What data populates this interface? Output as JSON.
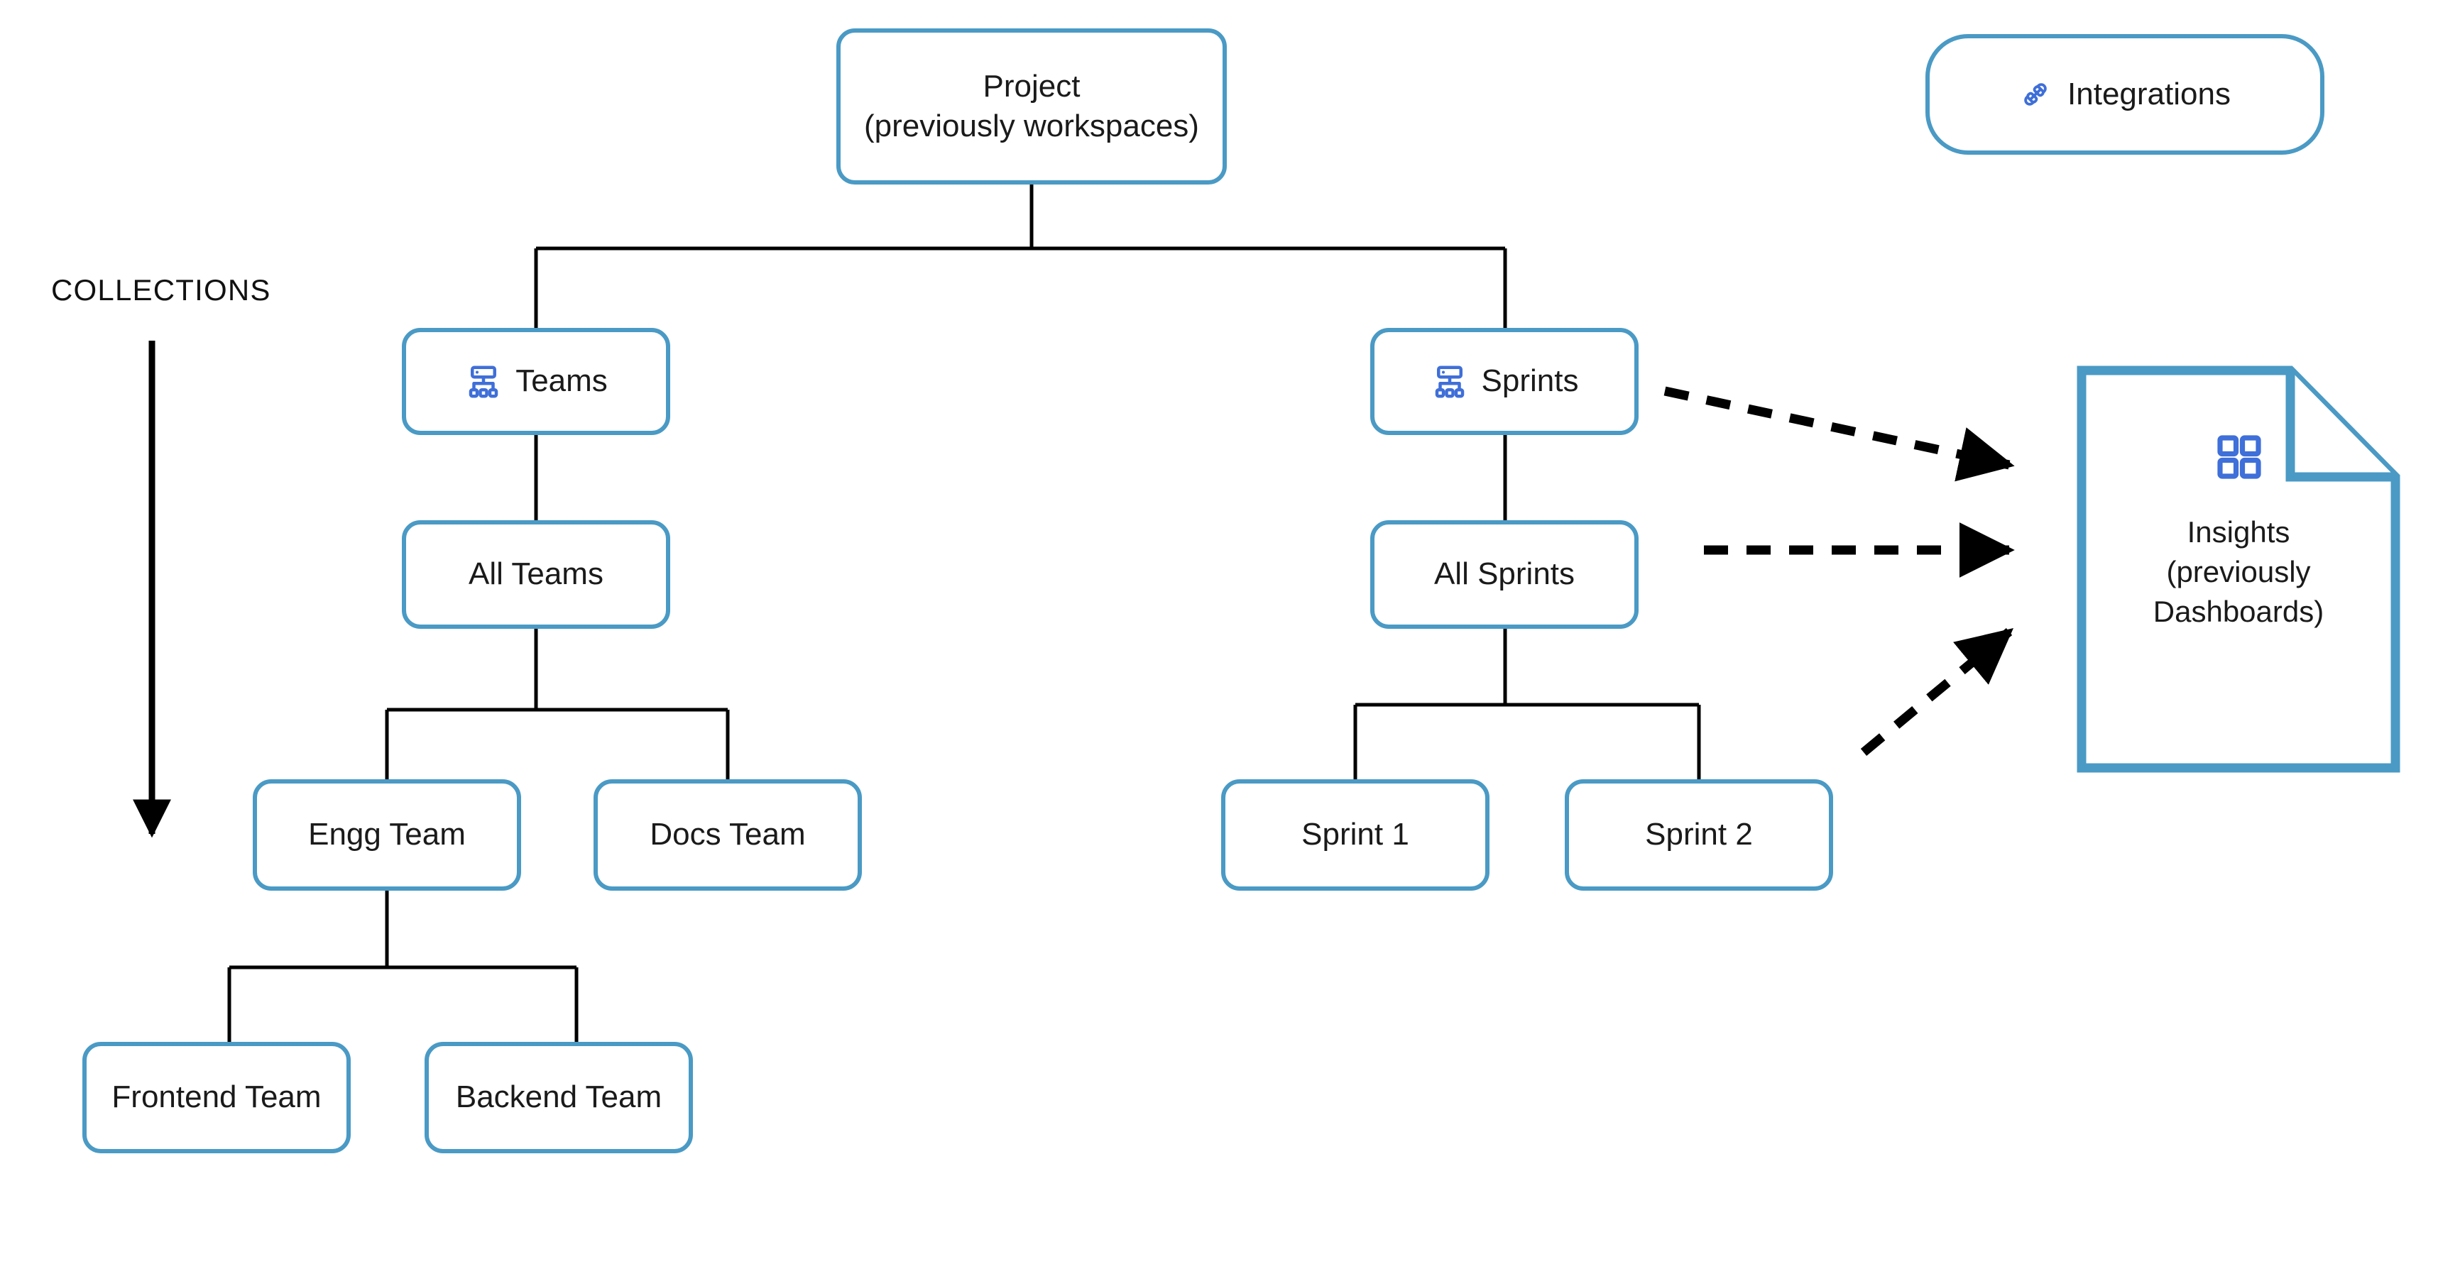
{
  "diagram": {
    "title_label": "COLLECTIONS",
    "colors": {
      "node_border": "#4a9ac5",
      "edge": "#000000",
      "icon_blue": "#3f6fd8",
      "text": "#1a1a1a",
      "background": "#ffffff"
    },
    "nodes": [
      {
        "id": "project",
        "label": "Project\n(previously workspaces)",
        "icon": null
      },
      {
        "id": "teams",
        "label": "Teams",
        "icon": "hierarchy-icon"
      },
      {
        "id": "sprints",
        "label": "Sprints",
        "icon": "hierarchy-icon"
      },
      {
        "id": "all-teams",
        "label": "All Teams",
        "icon": null
      },
      {
        "id": "all-sprints",
        "label": "All Sprints",
        "icon": null
      },
      {
        "id": "engg-team",
        "label": "Engg Team",
        "icon": null
      },
      {
        "id": "docs-team",
        "label": "Docs Team",
        "icon": null
      },
      {
        "id": "sprint-1",
        "label": "Sprint 1",
        "icon": null
      },
      {
        "id": "sprint-2",
        "label": "Sprint 2",
        "icon": null
      },
      {
        "id": "frontend-team",
        "label": "Frontend Team",
        "icon": null
      },
      {
        "id": "backend-team",
        "label": "Backend Team",
        "icon": null
      }
    ],
    "integrations": {
      "label": "Integrations",
      "icon": "plug-icon"
    },
    "insights": {
      "label": "Insights\n(previously\nDashboards)",
      "icon": "dashboard-grid-icon"
    },
    "edges": [
      {
        "from": "project",
        "to": "teams"
      },
      {
        "from": "project",
        "to": "sprints"
      },
      {
        "from": "teams",
        "to": "all-teams"
      },
      {
        "from": "all-teams",
        "to": "engg-team"
      },
      {
        "from": "all-teams",
        "to": "docs-team"
      },
      {
        "from": "engg-team",
        "to": "frontend-team"
      },
      {
        "from": "engg-team",
        "to": "backend-team"
      },
      {
        "from": "sprints",
        "to": "all-sprints"
      },
      {
        "from": "all-sprints",
        "to": "sprint-1"
      },
      {
        "from": "all-sprints",
        "to": "sprint-2"
      },
      {
        "from": "sprints",
        "to": "insights",
        "style": "dashed"
      },
      {
        "from": "all-sprints",
        "to": "insights",
        "style": "dashed"
      },
      {
        "from": "sprint-2",
        "to": "insights",
        "style": "dashed"
      }
    ]
  }
}
